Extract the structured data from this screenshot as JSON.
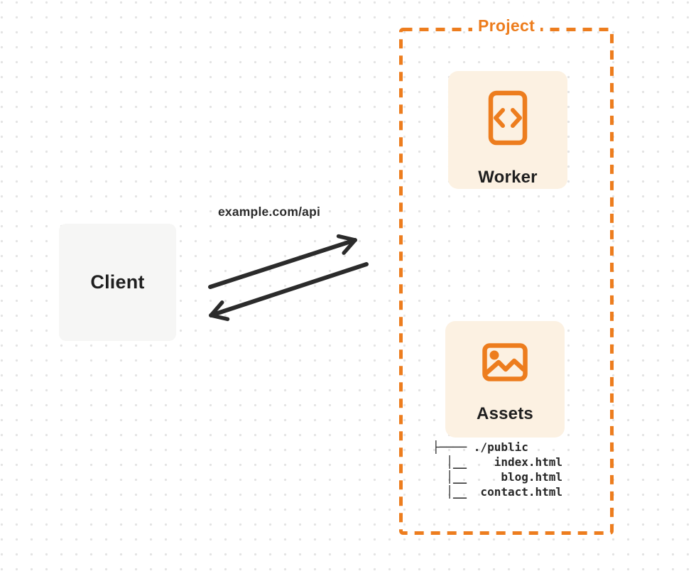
{
  "colors": {
    "accent": "#ED7D1E",
    "card-bg": "#FCF1E2",
    "client-bg": "#F6F6F5",
    "text": "#1F1F1F",
    "arrow": "#2B2B2B",
    "tree-text": "#262626",
    "dot": "#E3E3E3",
    "bg": "#FFFFFF"
  },
  "diagram": {
    "project": {
      "label": "Project"
    },
    "nodes": {
      "client": {
        "label": "Client"
      },
      "worker": {
        "label": "Worker",
        "icon": "code-icon"
      },
      "assets": {
        "label": "Assets",
        "icon": "image-icon"
      }
    },
    "request_label": "example.com/api",
    "file_tree": {
      "text": "├──── ./public\n  │__    index.html\n  │__     blog.html\n  │__  contact.html"
    }
  }
}
